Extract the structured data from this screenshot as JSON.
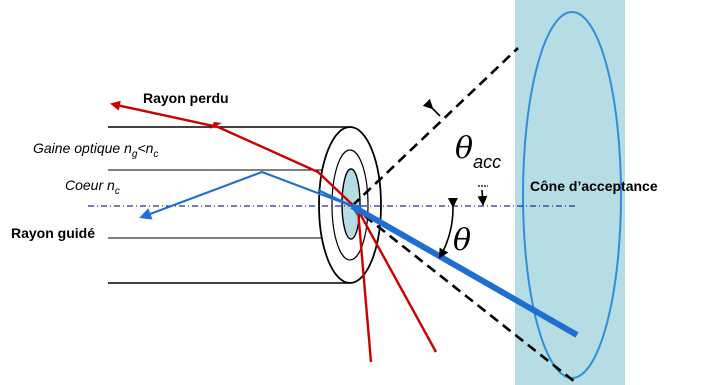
{
  "labels": {
    "rayon_perdu": "Rayon perdu",
    "gaine_text": "Gaine optique n",
    "gaine_sub1": "g",
    "gaine_lt": "<n",
    "gaine_sub2": "c",
    "coeur_text": "Coeur n",
    "coeur_sub": "c",
    "rayon_guide": "Rayon guidé",
    "cone": "Cône d’acceptance",
    "theta_acc_symbol": "θ",
    "theta_acc_sub": "acc",
    "theta_symbol": "θ"
  },
  "colors": {
    "cone_band": "#b7dde4",
    "cone_ellipse": "#2f8fd8",
    "core_fill": "#b7dde4",
    "lost_ray": "#cc0000",
    "guided_ray": "#1f6fd0",
    "axis": "#2b2b9a",
    "lines": "#000000"
  }
}
